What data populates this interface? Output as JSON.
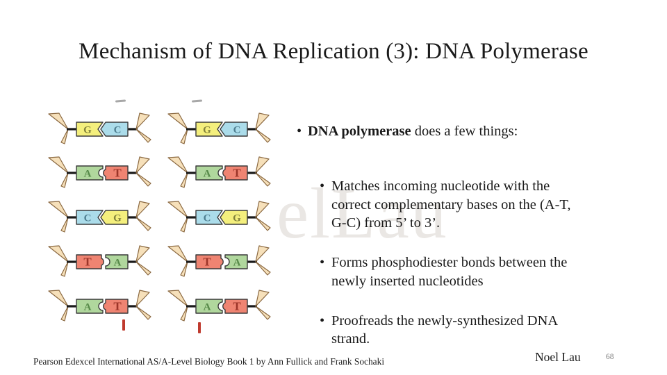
{
  "title": "Mechanism of DNA Replication (3): DNA Polymerase",
  "bullet_char": "•",
  "content": {
    "main_bullet": {
      "bold": "DNA polymerase",
      "rest": " does a few things:"
    },
    "sub_bullets": [
      "Matches incoming nucleotide with the\ncorrect complementary bases on the (A-T,\nG-C) from 5’ to 3’.",
      "Forms phosphodiester bonds between the\nnewly inserted nucleotides",
      "Proofreads the newly-synthesized DNA\nstrand."
    ]
  },
  "diagram": {
    "description": "free DNA nucleotide base pairs with complementary interlocking shapes",
    "base_colors": {
      "G": "#f4ef7d",
      "C": "#abdcea",
      "A": "#b0d79d",
      "T": "#ef8472"
    },
    "letter_colors": {
      "G": "#83833c",
      "C": "#4f7f91",
      "A": "#578a49",
      "T": "#9c3529"
    },
    "fork_fill": "#f6e0ba",
    "fork_stroke": "#8a6840",
    "strand_color": "#1a1a1a",
    "block_stroke": "#3a3a3a",
    "tick_color": "#bf3a2e",
    "rows": [
      {
        "left": "G",
        "right": "C",
        "joint": "chevron"
      },
      {
        "left": "A",
        "right": "T",
        "joint": "round"
      },
      {
        "left": "C",
        "right": "G",
        "joint": "chevron"
      },
      {
        "left": "T",
        "right": "A",
        "joint": "round"
      },
      {
        "left": "A",
        "right": "T",
        "joint": "round"
      }
    ],
    "column_lefts": [
      68,
      240
    ],
    "row_tops": [
      156,
      219,
      283,
      347,
      411
    ]
  },
  "watermark": "elLau",
  "footer": {
    "citation": "Pearson Edexcel International AS/A-Level Biology Book 1 by Ann Fullick and Frank Sochaki",
    "author": "Noel Lau",
    "page": "68"
  }
}
